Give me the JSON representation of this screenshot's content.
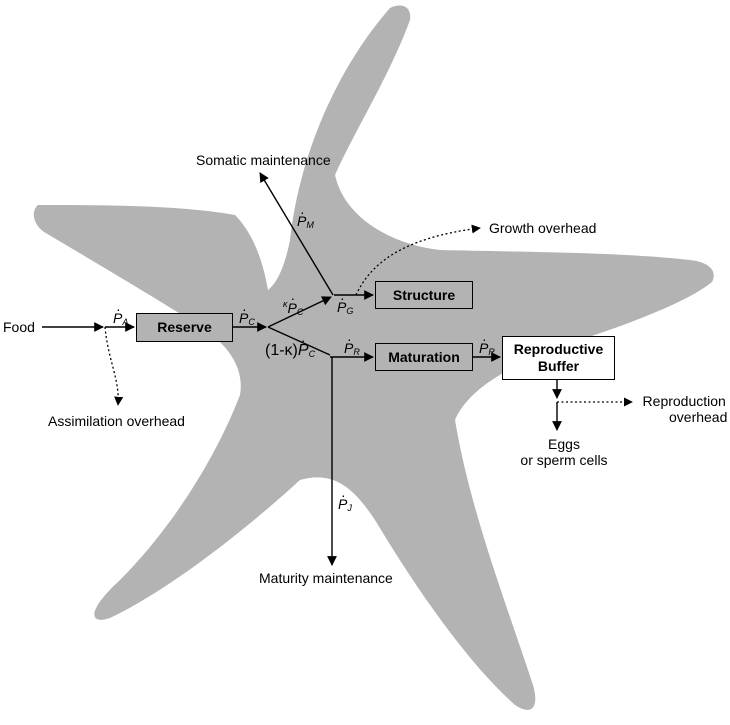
{
  "colors": {
    "starfish_fill": "#b3b3b3",
    "line": "#000000",
    "background": "#ffffff"
  },
  "boxes": {
    "reserve": "Reserve",
    "structure": "Structure",
    "maturation": "Maturation",
    "reproductive_buffer_line1": "Reproductive",
    "reproductive_buffer_line2": "Buffer"
  },
  "labels": {
    "food": "Food",
    "assimilation_overhead": "Assimilation overhead",
    "somatic_maintenance": "Somatic maintenance",
    "growth_overhead": "Growth overhead",
    "reproduction_overhead_line1": "Reproduction",
    "reproduction_overhead_line2": "overhead",
    "eggs_line1": "Eggs",
    "eggs_line2": "or sperm cells",
    "maturity_maintenance": "Maturity maintenance"
  },
  "fluxes": {
    "assimilation": {
      "symbol": "P",
      "sub": "A"
    },
    "mobilisation": {
      "symbol": "P",
      "sub": "C"
    },
    "kappa_mobilisation": {
      "prefix": "κ",
      "symbol": "P",
      "sub": "C"
    },
    "one_minus_kappa_mobilisation": {
      "prefix": "(1-κ)",
      "symbol": "P",
      "sub": "C"
    },
    "somatic_maintenance": {
      "symbol": "P",
      "sub": "M"
    },
    "growth": {
      "symbol": "P",
      "sub": "G"
    },
    "maturation": {
      "symbol": "P",
      "sub": "R"
    },
    "reproduction": {
      "symbol": "P",
      "sub": "R"
    },
    "maturity_maintenance": {
      "symbol": "P",
      "sub": "J"
    }
  }
}
